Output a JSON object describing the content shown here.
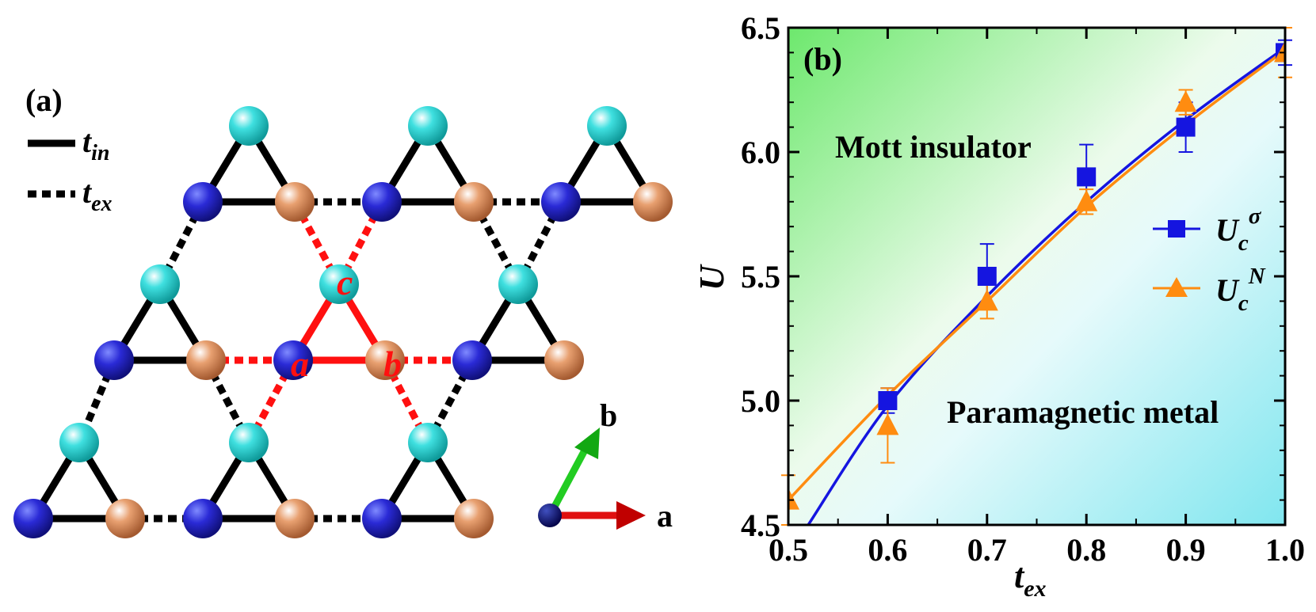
{
  "panel_a": {
    "label": "(a)",
    "legend": [
      {
        "style": "solid",
        "symbol": "t",
        "sub": "in"
      },
      {
        "style": "dotted",
        "symbol": "t",
        "sub": "ex"
      }
    ],
    "site_labels": [
      "a",
      "b",
      "c"
    ],
    "axes": {
      "a": "a",
      "b": "b"
    },
    "colors": {
      "site_a": "#2222cc",
      "site_b": "#d98a5a",
      "site_c": "#2ad4d4",
      "bond_in": "#000000",
      "bond_ex": "#000000",
      "highlight": "#ff0000",
      "arrow_a": "#e01010",
      "arrow_b": "#22cc22",
      "origin": "#0a0a80"
    }
  },
  "panel_b": {
    "label": "(b)",
    "region_labels": {
      "insulator": "Mott insulator",
      "metal": "Paramagnetic metal"
    },
    "colors": {
      "top_left": "#7de87d",
      "bottom_right": "#7fe5ee",
      "series1": "#1515e0",
      "series2": "#ff8c10"
    }
  },
  "chart_data": {
    "type": "scatter",
    "title": "",
    "xlabel": {
      "symbol": "t",
      "sub": "ex"
    },
    "ylabel": "U",
    "xlim": [
      0.5,
      1.0
    ],
    "ylim": [
      4.5,
      6.5
    ],
    "xticks": [
      "0.5",
      "0.6",
      "0.7",
      "0.8",
      "0.9",
      "1.0"
    ],
    "yticks": [
      "4.5",
      "5.0",
      "5.5",
      "6.0",
      "6.5"
    ],
    "legend_position": "right",
    "series": [
      {
        "name": "U_c^σ",
        "legend_symbol": "U",
        "legend_sub": "c",
        "legend_sup": "σ",
        "marker": "square",
        "x": [
          0.6,
          0.7,
          0.8,
          0.9,
          1.0
        ],
        "y": [
          5.0,
          5.5,
          5.9,
          6.1,
          6.4
        ],
        "err": [
          0.05,
          0.13,
          0.13,
          0.1,
          0.05
        ],
        "fit": {
          "x": [
            0.52,
            0.6,
            0.7,
            0.8,
            0.9,
            1.0
          ],
          "y": [
            4.5,
            4.98,
            5.42,
            5.8,
            6.13,
            6.42
          ]
        }
      },
      {
        "name": "U_c^N",
        "legend_symbol": "U",
        "legend_sub": "c",
        "legend_sup": "N",
        "marker": "triangle",
        "x": [
          0.5,
          0.6,
          0.7,
          0.8,
          0.9,
          1.0
        ],
        "y": [
          4.6,
          4.9,
          5.4,
          5.8,
          6.2,
          6.4
        ],
        "err": [
          0.1,
          0.15,
          0.07,
          0.05,
          0.05,
          0.1
        ],
        "fit": {
          "x": [
            0.5,
            0.6,
            0.7,
            0.8,
            0.9,
            1.0
          ],
          "y": [
            4.6,
            5.02,
            5.4,
            5.78,
            6.11,
            6.41
          ]
        }
      }
    ]
  }
}
